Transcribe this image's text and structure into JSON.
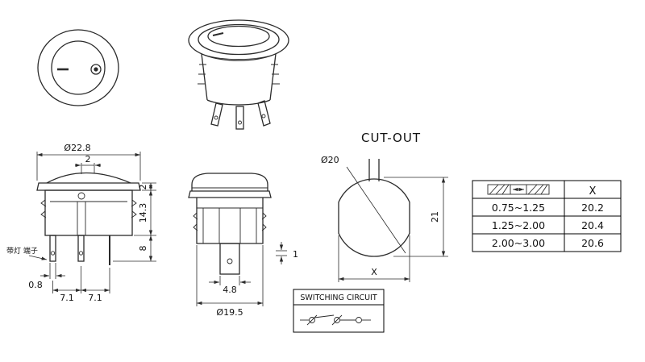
{
  "side_view": {
    "dim_diameter": "Ø22.8",
    "dim_rocker": "2",
    "dim_flange": "2",
    "dim_body": "14.3",
    "dim_terminal": "8",
    "dim_thickness": "0.8",
    "dim_pitch_left": "7.1",
    "dim_pitch_right": "7.1",
    "terminal_label": "带灯 端子"
  },
  "bottom_view": {
    "dim_terminal_width": "4.8",
    "dim_diameter": "Ø19.5",
    "dim_panel": "1"
  },
  "cutout": {
    "title": "CUT-OUT",
    "dim_diameter": "Ø20",
    "dim_height": "21",
    "dim_width": "X"
  },
  "table": {
    "header": "X",
    "rows": [
      {
        "thickness": "0.75~1.25",
        "x": "20.2"
      },
      {
        "thickness": "1.25~2.00",
        "x": "20.4"
      },
      {
        "thickness": "2.00~3.00",
        "x": "20.6"
      }
    ]
  },
  "circuit": {
    "title": "SWITCHING CIRCUIT"
  }
}
